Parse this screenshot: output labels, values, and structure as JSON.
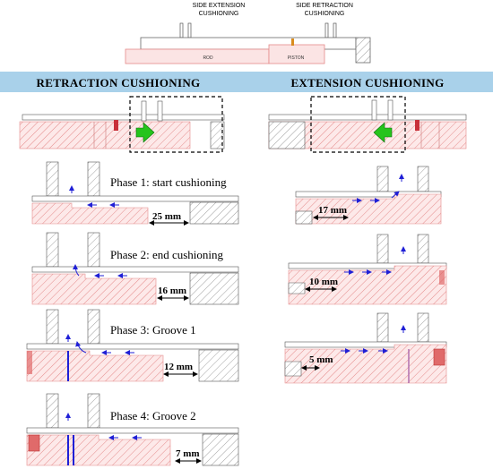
{
  "top": {
    "side_extension": [
      "SIDE EXTENSION",
      "CUSHIONING"
    ],
    "side_retraction": [
      "SIDE RETRACTION",
      "CUSHIONING"
    ],
    "rod": "ROD",
    "piston": "PISTON"
  },
  "headers": {
    "retraction": "RETRACTION CUSHIONING",
    "extension": "EXTENSION CUSHIONING",
    "band_color": "#a9d1ea"
  },
  "retraction_phases": [
    {
      "label": "Phase 1: start cushioning",
      "distance": "25 mm"
    },
    {
      "label": "Phase 2: end cushioning",
      "distance": "16 mm"
    },
    {
      "label": "Phase 3: Groove 1",
      "distance": "12 mm"
    },
    {
      "label": "Phase 4: Groove 2",
      "distance": "7 mm"
    }
  ],
  "extension_phases": [
    {
      "distance": "17 mm"
    },
    {
      "distance": "10 mm"
    },
    {
      "distance": "5 mm"
    }
  ],
  "colors": {
    "hatch_red": "#e48a8a",
    "fill_pink": "#fbe4e4",
    "arrow_blue": "#1f1fd6",
    "green": "#26c41c",
    "dark_red": "#c8303a"
  }
}
